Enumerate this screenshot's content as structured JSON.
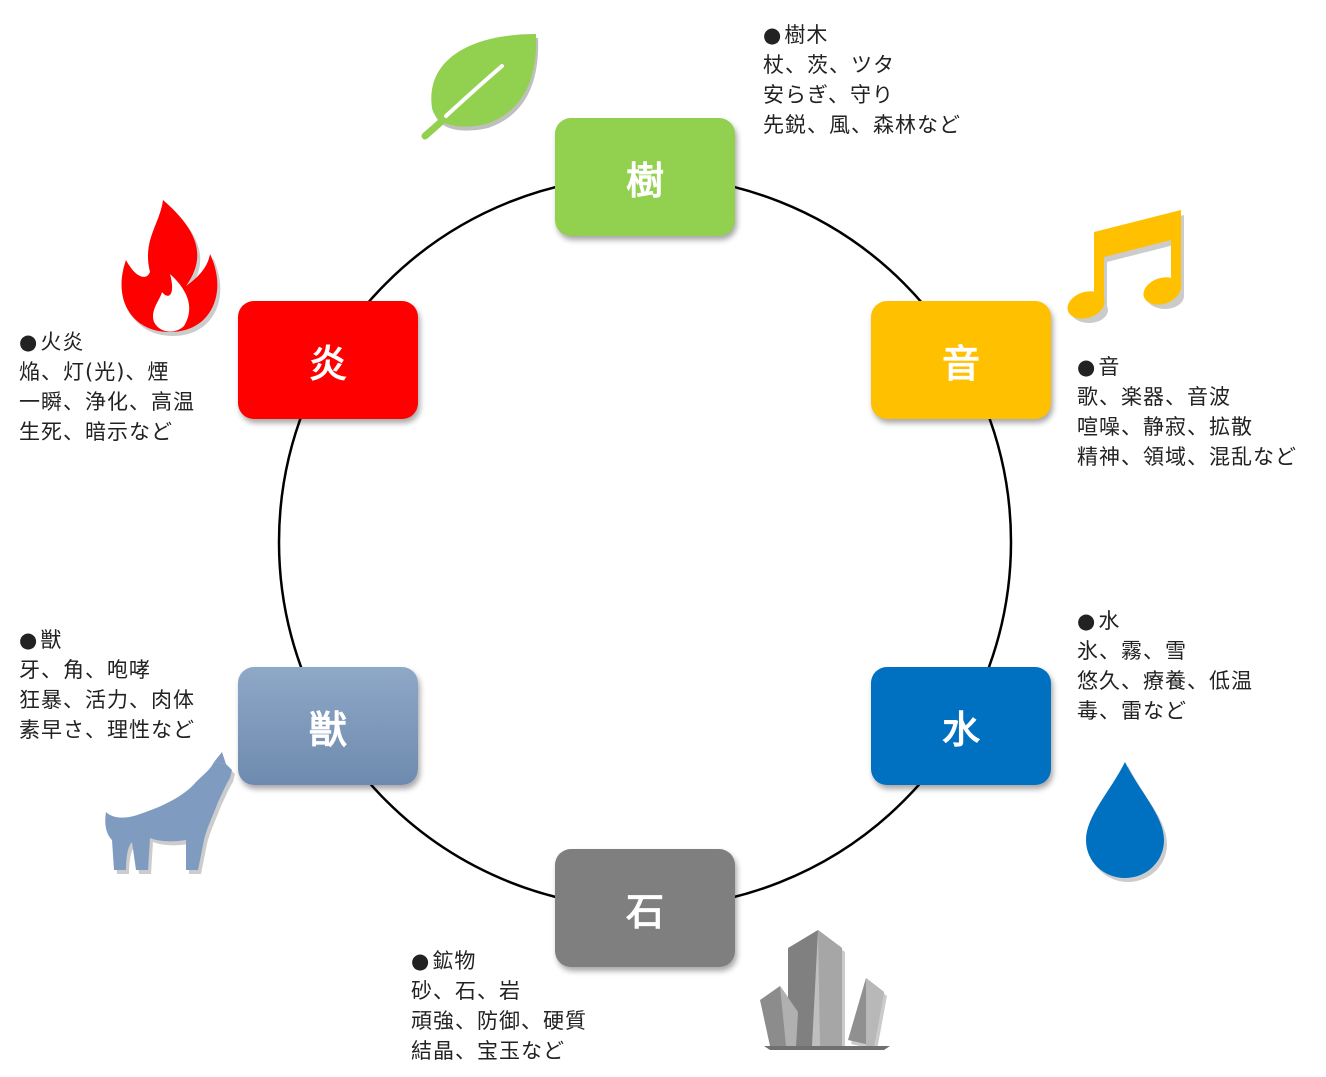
{
  "nodes": {
    "tree": {
      "label": "樹",
      "color": "#92d050"
    },
    "sound": {
      "label": "音",
      "color": "#ffc000"
    },
    "water": {
      "label": "水",
      "color": "#0070c0"
    },
    "stone": {
      "label": "石",
      "color": "#7f7f7f"
    },
    "beast": {
      "label": "獣",
      "color": "#7f9bbf"
    },
    "fire": {
      "label": "炎",
      "color": "#ff0000"
    }
  },
  "descriptions": {
    "tree": {
      "title": "樹木",
      "lines": [
        "杖、茨、ツタ",
        "安らぎ、守り",
        "先鋭、風、森林など"
      ]
    },
    "sound": {
      "title": "音",
      "lines": [
        "歌、楽器、音波",
        "喧噪、静寂、拡散",
        "精神、領域、混乱など"
      ]
    },
    "water": {
      "title": "水",
      "lines": [
        "氷、霧、雪",
        "悠久、療養、低温",
        "毒、雷など"
      ]
    },
    "stone": {
      "title": "鉱物",
      "lines": [
        "砂、石、岩",
        "頑強、防御、硬質",
        "結晶、宝玉など"
      ]
    },
    "beast": {
      "title": "獣",
      "lines": [
        "牙、角、咆哮",
        "狂暴、活力、肉体",
        "素早さ、理性など"
      ]
    },
    "fire": {
      "title": "火炎",
      "lines": [
        "焔、灯(光)、煙",
        "一瞬、浄化、高温",
        "生死、暗示など"
      ]
    }
  },
  "icons": {
    "tree": "leaf-icon",
    "sound": "music-note-icon",
    "water": "water-drop-icon",
    "stone": "crystal-icon",
    "beast": "wolf-icon",
    "fire": "flame-icon"
  }
}
